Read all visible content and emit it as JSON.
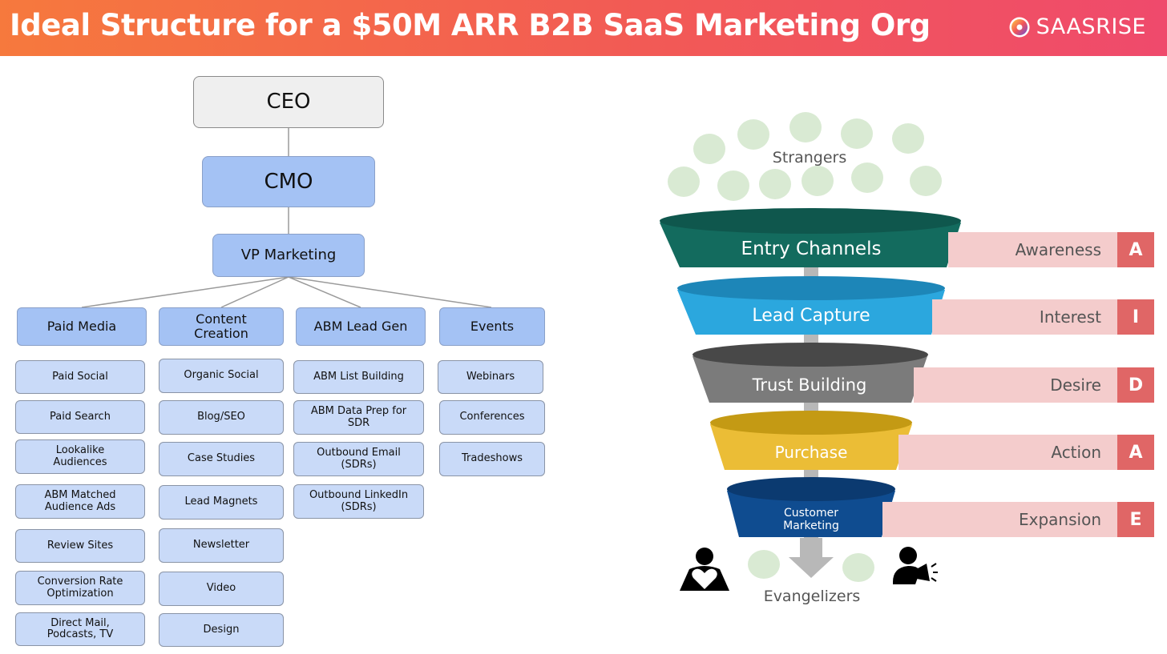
{
  "header": {
    "title": "Ideal Structure for a $50M ARR B2B SaaS Marketing Org",
    "brand": "SAASRISE"
  },
  "org": {
    "ceo": "CEO",
    "cmo": "CMO",
    "vp": "VP Marketing",
    "departments": [
      {
        "label": "Paid Media",
        "items": [
          "Paid Social",
          "Paid Search",
          "Lookalike Audiences",
          "ABM Matched Audience Ads",
          "Review Sites",
          "Conversion Rate Optimization",
          "Direct Mail, Podcasts, TV"
        ]
      },
      {
        "label": "Content Creation",
        "items": [
          "Organic Social",
          "Blog/SEO",
          "Case Studies",
          "Lead Magnets",
          "Newsletter",
          "Video",
          "Design"
        ]
      },
      {
        "label": "ABM Lead Gen",
        "items": [
          "ABM List Building",
          "ABM Data Prep for SDR",
          "Outbound Email (SDRs)",
          "Outbound LinkedIn (SDRs)"
        ]
      },
      {
        "label": "Events",
        "items": [
          "Webinars",
          "Conferences",
          "Tradeshows"
        ]
      }
    ]
  },
  "funnel": {
    "top_label": "Strangers",
    "bottom_label": "Evangelizers",
    "stages": [
      {
        "name": "Entry Channels",
        "aida": "Awareness",
        "letter": "A",
        "color": "#136b5e",
        "top_color": "#0f574d"
      },
      {
        "name": "Lead Capture",
        "aida": "Interest",
        "letter": "I",
        "color": "#2ba7de",
        "top_color": "#1d86b8"
      },
      {
        "name": "Trust Building",
        "aida": "Desire",
        "letter": "D",
        "color": "#7b7b7b",
        "top_color": "#484848"
      },
      {
        "name": "Purchase",
        "aida": "Action",
        "letter": "A",
        "color": "#ebbd36",
        "top_color": "#c49a14"
      },
      {
        "name": "Customer Marketing",
        "aida": "Expansion",
        "letter": "E",
        "color": "#0f4c90",
        "top_color": "#0b3a70"
      }
    ]
  },
  "colors": {
    "bubble": "#d9ead3",
    "aida_band": "#f4cccc",
    "aida_letter": "#e06666",
    "dept_fill": "#a4c2f4",
    "item_fill": "#c9daf8"
  },
  "icons": {
    "brand": "saasrise-logo-icon",
    "left_person": "person-heart-icon",
    "right_person": "person-megaphone-icon"
  }
}
